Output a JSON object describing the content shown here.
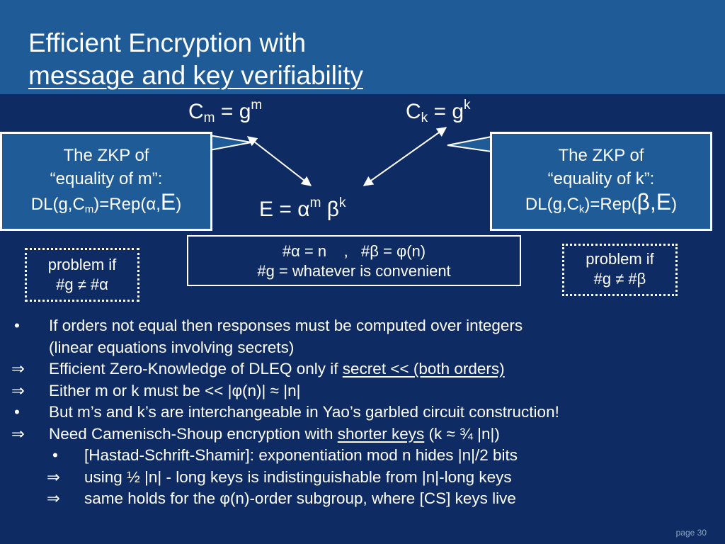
{
  "slide": {
    "title_line1": "Efficient Encryption with",
    "title_line2": "message and key verifiability",
    "cm": {
      "base": "C",
      "sub": "m",
      "eq": " = g",
      "sup": "m"
    },
    "ck": {
      "base": "C",
      "sub": "k",
      "eq": " = g",
      "sup": "k"
    },
    "e_formula": {
      "lhs": "E",
      "mid": " = α",
      "sup1": "m",
      "mid2": " β",
      "sup2": "k"
    },
    "zkp_left": {
      "line1": "The ZKP of",
      "line2": "“equality of m”:",
      "line3_a": "DL(g,C",
      "line3_sub": "m",
      "line3_b": ")=Rep(α,",
      "line3_big": "E",
      "line3_c": ")"
    },
    "zkp_right": {
      "line1": "The ZKP of",
      "line2": "“equality of k”:",
      "line3_a": "DL(g,C",
      "line3_sub": "k",
      "line3_b": ")=Rep(",
      "line3_big": "β,E",
      "line3_c": ")"
    },
    "problem_left": {
      "line1": "problem if",
      "line2": "#g ≠ #α"
    },
    "problem_right": {
      "line1": "problem if",
      "line2": "#g ≠ #β"
    },
    "center_box": {
      "line1": "#α = n    ,   #β = φ(n)",
      "line2": "#g = whatever is convenient"
    },
    "bullets": [
      {
        "marker": "•",
        "text": "If orders not equal then responses must be computed over integers"
      },
      {
        "marker": "",
        "text": "(linear equations involving secrets)"
      },
      {
        "marker": "⇒",
        "text": "Efficient Zero-Knowledge of DLEQ only if ",
        "underline": "secret << (both orders)"
      },
      {
        "marker": "⇒",
        "text": "Either m or k must be << |φ(n)| ≈ |n|"
      },
      {
        "marker": "•",
        "text": "But m’s and k’s are interchangeable in Yao’s garbled circuit construction!"
      },
      {
        "marker": "⇒",
        "text": "Need Camenisch-Shoup encryption with ",
        "underline": "shorter keys",
        "after": " (k ≈ ¾ |n|)"
      },
      {
        "marker": "•",
        "text": "[Hastad-Schrift-Shamir]: exponentiation mod n hides |n|/2 bits"
      },
      {
        "marker": "⇒",
        "text": "using ½ |n| - long keys is indistinguishable from |n|-long keys"
      },
      {
        "marker": "⇒",
        "text": "same holds for the φ(n)-order subgroup, where [CS] keys live"
      }
    ],
    "page_number": "page 30",
    "colors": {
      "background": "#0e2c63",
      "title_band": "#1e5b97",
      "box_fill": "#1e5b97",
      "text": "#ffffff"
    }
  }
}
